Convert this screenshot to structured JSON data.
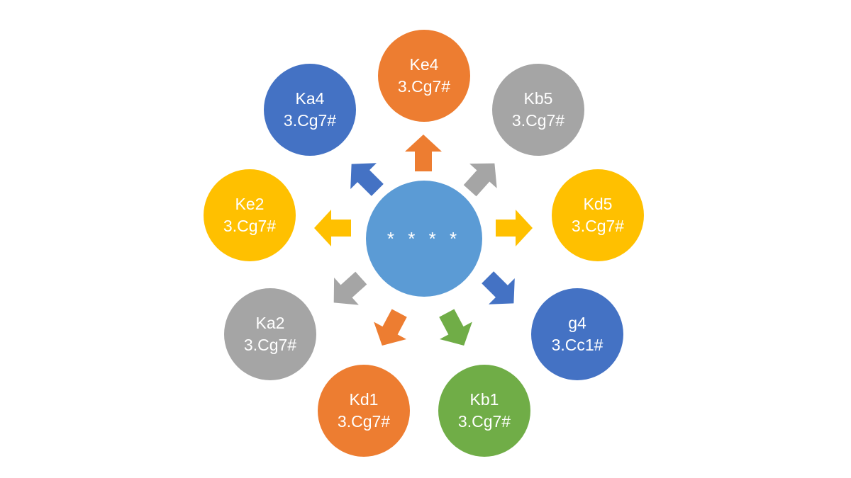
{
  "colors": {
    "orange": "#ED7D31",
    "gray": "#A5A5A5",
    "yellow": "#FFC000",
    "blue": "#4472C4",
    "green": "#70AD47",
    "center": "#5B9BD5"
  },
  "center": {
    "label": "* * * *"
  },
  "nodes": [
    {
      "id": "ke4",
      "name": "Ke4",
      "code": "3.Cg7#",
      "color": "orange",
      "icon": "arrow-up"
    },
    {
      "id": "kb5",
      "name": "Kb5",
      "code": "3.Cg7#",
      "color": "gray",
      "icon": "arrow-up-right"
    },
    {
      "id": "kd5",
      "name": "Kd5",
      "code": "3.Cg7#",
      "color": "yellow",
      "icon": "arrow-right"
    },
    {
      "id": "g4",
      "name": "g4",
      "code": "3.Cc1#",
      "color": "blue",
      "icon": "arrow-down-right"
    },
    {
      "id": "kb1",
      "name": "Kb1",
      "code": "3.Cg7#",
      "color": "green",
      "icon": "arrow-down-right"
    },
    {
      "id": "kd1",
      "name": "Kd1",
      "code": "3.Cg7#",
      "color": "orange",
      "icon": "arrow-down-left"
    },
    {
      "id": "ka2",
      "name": "Ka2",
      "code": "3.Cg7#",
      "color": "gray",
      "icon": "arrow-down-left"
    },
    {
      "id": "ke2",
      "name": "Ke2",
      "code": "3.Cg7#",
      "color": "yellow",
      "icon": "arrow-left"
    },
    {
      "id": "ka4",
      "name": "Ka4",
      "code": "3.Cg7#",
      "color": "blue",
      "icon": "arrow-up-left"
    }
  ]
}
